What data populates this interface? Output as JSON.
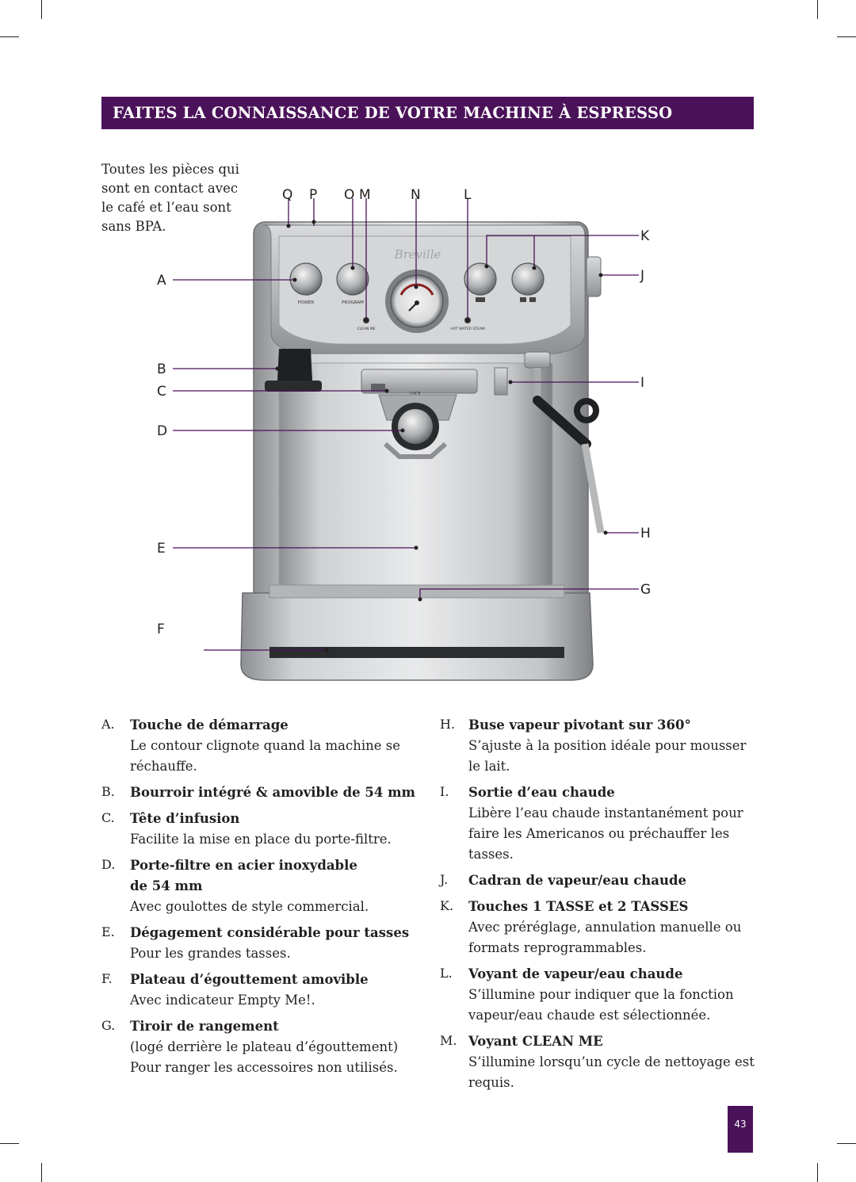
{
  "header": {
    "title": "FAITES LA CONNAISSANCE DE VOTRE MACHINE À ESPRESSO"
  },
  "intro": "Toutes les pièces qui sont en contact avec le café et l’eau sont sans BPA.",
  "machine": {
    "brand": "Breville",
    "buttons": {
      "power": "POWER",
      "program": "PROGRAM",
      "clean_me": "CLEAN ME",
      "hot_water_steam": "HOT WATER STEAM",
      "lock": "LOCK"
    }
  },
  "callouts": {
    "A": "A",
    "B": "B",
    "C": "C",
    "D": "D",
    "E": "E",
    "F": "F",
    "G": "G",
    "H": "H",
    "I": "I",
    "J": "J",
    "K": "K",
    "L": "L",
    "M": "M",
    "N": "N",
    "O": "O",
    "P": "P",
    "Q": "Q"
  },
  "parts_left": [
    {
      "letter": "A.",
      "title": "Touche de démarrage",
      "desc": "Le contour clignote quand la machine se réchauffe."
    },
    {
      "letter": "B.",
      "title": "Bourroir intégré & amovible de 54 mm",
      "desc": ""
    },
    {
      "letter": "C.",
      "title": "Tête d’infusion",
      "desc": "Facilite la mise en place du porte-filtre."
    },
    {
      "letter": "D.",
      "title": "Porte-filtre en acier inoxydable de 54 mm",
      "desc": "Avec goulottes de style commercial."
    },
    {
      "letter": "E.",
      "title": "Dégagement considérable pour tasses",
      "desc": "Pour les grandes tasses."
    },
    {
      "letter": "F.",
      "title": "Plateau d’égouttement amovible",
      "desc": "Avec indicateur Empty Me!."
    },
    {
      "letter": "G.",
      "title": "Tiroir de rangement",
      "desc": "(logé derrière le plateau d’égouttement) Pour ranger les accessoires non utilisés."
    }
  ],
  "parts_right": [
    {
      "letter": "H.",
      "title": "Buse vapeur pivotant sur 360°",
      "desc": "S’ajuste à la position idéale pour mousser le lait."
    },
    {
      "letter": "I.",
      "title": "Sortie d’eau chaude",
      "desc": "Libère l’eau chaude instantanément pour faire les Americanos ou préchauffer les tasses."
    },
    {
      "letter": "J.",
      "title": "Cadran de vapeur/eau chaude",
      "desc": ""
    },
    {
      "letter": "K.",
      "title": "Touches 1 TASSE et 2 TASSES",
      "desc": "Avec préréglage, annulation manuelle ou formats reprogrammables."
    },
    {
      "letter": "L.",
      "title": "Voyant de vapeur/eau chaude",
      "desc": "S’illumine pour indiquer que la fonction vapeur/eau chaude est sélectionnée."
    },
    {
      "letter": "M.",
      "title": "Voyant CLEAN ME",
      "desc": "S’illumine lorsqu’un cycle de nettoyage est requis."
    }
  ],
  "page_number": "43",
  "colors": {
    "accent": "#4a1259",
    "text": "#231f20"
  }
}
